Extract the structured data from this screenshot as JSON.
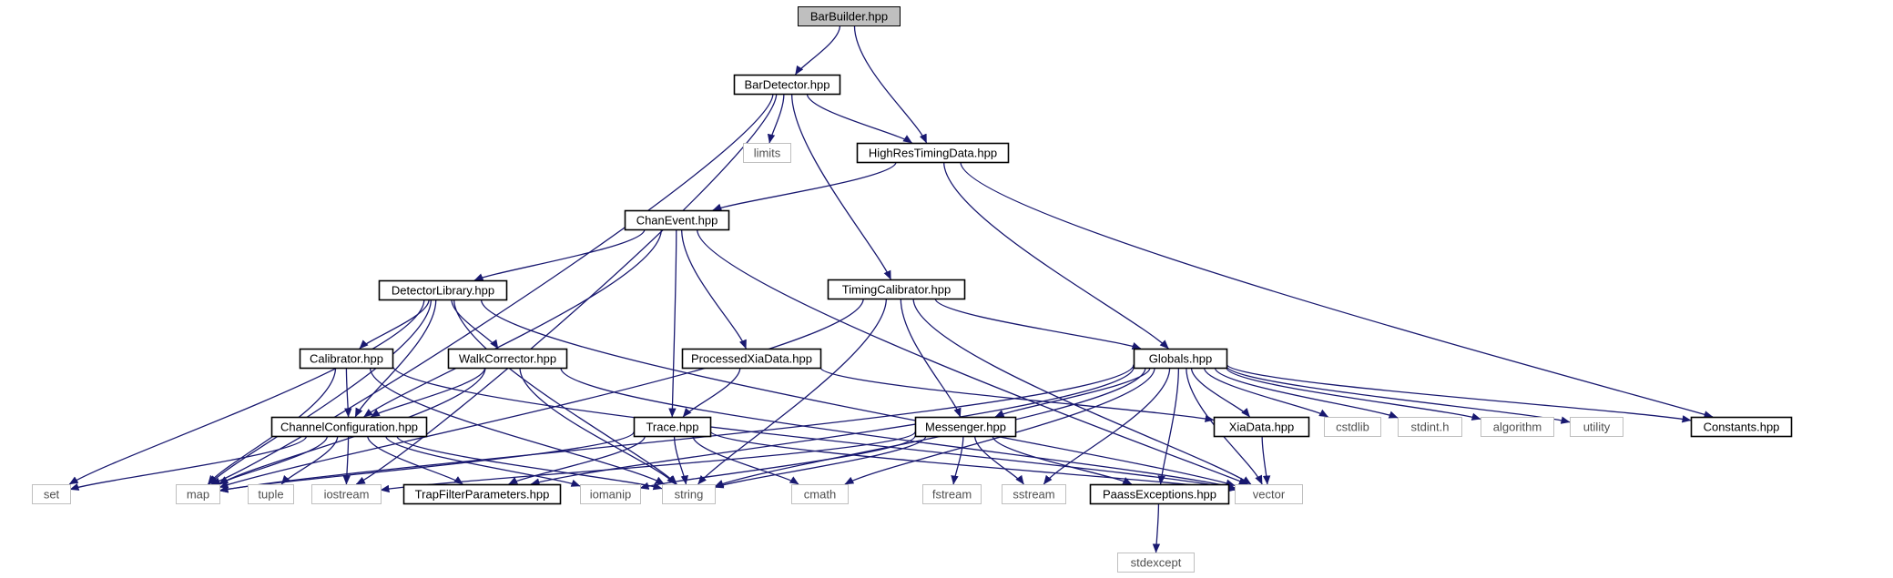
{
  "diagram": {
    "colors": {
      "edge": "#191970",
      "root_fill": "#bfbfbf",
      "node_border": "#000000",
      "external_border": "#bfbfbf",
      "external_text": "#505050",
      "node_text": "#000000",
      "background": "#ffffff"
    },
    "nodes": [
      {
        "id": "barbuilder",
        "label": "BarBuilder.hpp",
        "kind": "root"
      },
      {
        "id": "bardetector",
        "label": "BarDetector.hpp",
        "kind": "header"
      },
      {
        "id": "limits",
        "label": "limits",
        "kind": "external"
      },
      {
        "id": "highres",
        "label": "HighResTimingData.hpp",
        "kind": "header"
      },
      {
        "id": "chanevent",
        "label": "ChanEvent.hpp",
        "kind": "header"
      },
      {
        "id": "detlib",
        "label": "DetectorLibrary.hpp",
        "kind": "header"
      },
      {
        "id": "timingcal",
        "label": "TimingCalibrator.hpp",
        "kind": "header"
      },
      {
        "id": "calibrator",
        "label": "Calibrator.hpp",
        "kind": "header"
      },
      {
        "id": "walkcorr",
        "label": "WalkCorrector.hpp",
        "kind": "header"
      },
      {
        "id": "procxia",
        "label": "ProcessedXiaData.hpp",
        "kind": "header"
      },
      {
        "id": "globals",
        "label": "Globals.hpp",
        "kind": "header"
      },
      {
        "id": "chanconfig",
        "label": "ChannelConfiguration.hpp",
        "kind": "header"
      },
      {
        "id": "trace",
        "label": "Trace.hpp",
        "kind": "header"
      },
      {
        "id": "messenger",
        "label": "Messenger.hpp",
        "kind": "header"
      },
      {
        "id": "xiadata",
        "label": "XiaData.hpp",
        "kind": "header"
      },
      {
        "id": "cstdlib",
        "label": "cstdlib",
        "kind": "external"
      },
      {
        "id": "stdint",
        "label": "stdint.h",
        "kind": "external"
      },
      {
        "id": "algorithm",
        "label": "algorithm",
        "kind": "external"
      },
      {
        "id": "utility",
        "label": "utility",
        "kind": "external"
      },
      {
        "id": "constants",
        "label": "Constants.hpp",
        "kind": "header"
      },
      {
        "id": "set",
        "label": "set",
        "kind": "external"
      },
      {
        "id": "map",
        "label": "map",
        "kind": "external"
      },
      {
        "id": "tuple",
        "label": "tuple",
        "kind": "external"
      },
      {
        "id": "iostream",
        "label": "iostream",
        "kind": "external"
      },
      {
        "id": "trapfilter",
        "label": "TrapFilterParameters.hpp",
        "kind": "header"
      },
      {
        "id": "iomanip",
        "label": "iomanip",
        "kind": "external"
      },
      {
        "id": "string",
        "label": "string",
        "kind": "external"
      },
      {
        "id": "cmath",
        "label": "cmath",
        "kind": "external"
      },
      {
        "id": "fstream",
        "label": "fstream",
        "kind": "external"
      },
      {
        "id": "sstream",
        "label": "sstream",
        "kind": "external"
      },
      {
        "id": "paass",
        "label": "PaassExceptions.hpp",
        "kind": "header"
      },
      {
        "id": "vector",
        "label": "vector",
        "kind": "external"
      },
      {
        "id": "stdexcept",
        "label": "stdexcept",
        "kind": "external"
      }
    ],
    "edges": [
      [
        "barbuilder",
        "bardetector"
      ],
      [
        "barbuilder",
        "highres"
      ],
      [
        "bardetector",
        "limits"
      ],
      [
        "bardetector",
        "highres"
      ],
      [
        "bardetector",
        "timingcal"
      ],
      [
        "bardetector",
        "map"
      ],
      [
        "bardetector",
        "iostream"
      ],
      [
        "highres",
        "chanevent"
      ],
      [
        "highres",
        "globals"
      ],
      [
        "highres",
        "constants"
      ],
      [
        "chanevent",
        "detlib"
      ],
      [
        "chanevent",
        "chanconfig"
      ],
      [
        "chanevent",
        "trace"
      ],
      [
        "chanevent",
        "procxia"
      ],
      [
        "chanevent",
        "vector"
      ],
      [
        "detlib",
        "calibrator"
      ],
      [
        "detlib",
        "walkcorr"
      ],
      [
        "detlib",
        "chanconfig"
      ],
      [
        "detlib",
        "set"
      ],
      [
        "detlib",
        "map"
      ],
      [
        "detlib",
        "string"
      ],
      [
        "detlib",
        "vector"
      ],
      [
        "timingcal",
        "globals"
      ],
      [
        "timingcal",
        "messenger"
      ],
      [
        "timingcal",
        "string"
      ],
      [
        "timingcal",
        "map"
      ],
      [
        "timingcal",
        "vector"
      ],
      [
        "calibrator",
        "chanconfig"
      ],
      [
        "calibrator",
        "map"
      ],
      [
        "calibrator",
        "string"
      ],
      [
        "calibrator",
        "vector"
      ],
      [
        "walkcorr",
        "chanconfig"
      ],
      [
        "walkcorr",
        "map"
      ],
      [
        "walkcorr",
        "string"
      ],
      [
        "walkcorr",
        "vector"
      ],
      [
        "procxia",
        "trace"
      ],
      [
        "procxia",
        "xiadata"
      ],
      [
        "globals",
        "messenger"
      ],
      [
        "globals",
        "xiadata"
      ],
      [
        "globals",
        "cstdlib"
      ],
      [
        "globals",
        "stdint"
      ],
      [
        "globals",
        "algorithm"
      ],
      [
        "globals",
        "utility"
      ],
      [
        "globals",
        "constants"
      ],
      [
        "globals",
        "vector"
      ],
      [
        "globals",
        "paass"
      ],
      [
        "globals",
        "sstream"
      ],
      [
        "globals",
        "cmath"
      ],
      [
        "globals",
        "string"
      ],
      [
        "globals",
        "trapfilter"
      ],
      [
        "globals",
        "map"
      ],
      [
        "chanconfig",
        "set"
      ],
      [
        "chanconfig",
        "map"
      ],
      [
        "chanconfig",
        "tuple"
      ],
      [
        "chanconfig",
        "iostream"
      ],
      [
        "chanconfig",
        "trapfilter"
      ],
      [
        "chanconfig",
        "iomanip"
      ],
      [
        "chanconfig",
        "string"
      ],
      [
        "trace",
        "map"
      ],
      [
        "trace",
        "trapfilter"
      ],
      [
        "trace",
        "string"
      ],
      [
        "trace",
        "cmath"
      ],
      [
        "trace",
        "vector"
      ],
      [
        "messenger",
        "iostream"
      ],
      [
        "messenger",
        "string"
      ],
      [
        "messenger",
        "fstream"
      ],
      [
        "messenger",
        "sstream"
      ],
      [
        "messenger",
        "paass"
      ],
      [
        "messenger",
        "iomanip"
      ],
      [
        "xiadata",
        "vector"
      ],
      [
        "paass",
        "stdexcept"
      ]
    ]
  }
}
